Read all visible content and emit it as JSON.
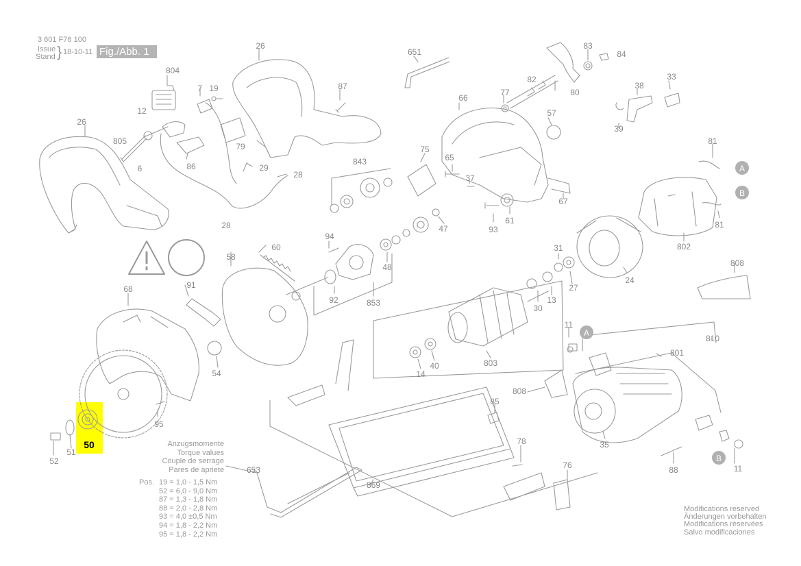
{
  "header": {
    "part_number": "3 601 F76 100",
    "issue_label": "Issue",
    "stand_label": "Stand",
    "date": "18-10-11",
    "figure": "Fig./Abb. 1"
  },
  "torque": {
    "headings": [
      "Anzugsmomente",
      "Torque values",
      "Couple de serrage",
      "Pares de apriete"
    ],
    "pos_label": "Pos.",
    "rows": [
      "19 = 1,0 - 1,5 Nm",
      "52 = 6,0 - 9,0 Nm",
      "87 = 1,3 - 1,8 Nm",
      "88 = 2,0 - 2,8 Nm",
      "93 = 4,0 ±0,5 Nm",
      "94 = 1,8 - 2,2 Nm",
      "95 = 1,8 - 2,2 Nm"
    ]
  },
  "modifications": [
    "Modifications reserved",
    "Änderungen vorbehalten",
    "Modifications réservées",
    "Salvo modificaciones"
  ],
  "highlight": {
    "part": "50",
    "color": "#ffff00"
  },
  "connectors": {
    "a": "A",
    "b": "B"
  },
  "parts": {
    "p26a": "26",
    "p26b": "26",
    "p804": "804",
    "p7": "7",
    "p19": "19",
    "p87": "87",
    "p12": "12",
    "p805": "805",
    "p6": "6",
    "p86": "86",
    "p79": "79",
    "p29": "29",
    "p28a": "28",
    "p28b": "28",
    "p651": "651",
    "p83": "83",
    "p84": "84",
    "p82": "82",
    "p80": "80",
    "p77": "77",
    "p66": "66",
    "p57": "57",
    "p38": "38",
    "p33": "33",
    "p39": "39",
    "p81a": "81",
    "p81b": "81",
    "p843": "843",
    "p75": "75",
    "p65": "65",
    "p37": "37",
    "p67": "67",
    "p47": "47",
    "p93": "93",
    "p61": "61",
    "p802": "802",
    "p60": "60",
    "p58": "58",
    "p94": "94",
    "p48": "48",
    "p31": "31",
    "p808a": "808",
    "p91": "91",
    "p92": "92",
    "p853": "853",
    "p24": "24",
    "p30": "30",
    "p13": "13",
    "p27": "27",
    "p68": "68",
    "p11a": "11",
    "p810": "810",
    "p801": "801",
    "p54": "54",
    "p14": "14",
    "p40": "40",
    "p803": "803",
    "p808b": "808",
    "p85": "85",
    "p95": "95",
    "p52": "52",
    "p51": "51",
    "p78": "78",
    "p35": "35",
    "p76": "76",
    "p653": "653",
    "p869": "869",
    "p88": "88",
    "p11b": "11"
  }
}
